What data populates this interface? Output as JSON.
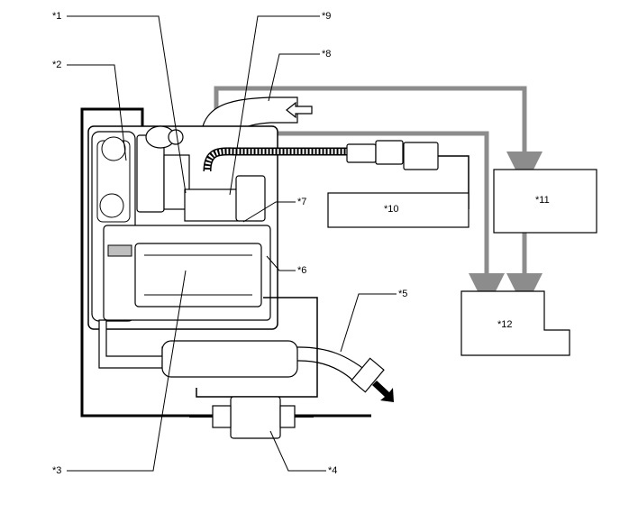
{
  "callouts": {
    "c1": "*1",
    "c2": "*2",
    "c3": "*3",
    "c4": "*4",
    "c5": "*5",
    "c6": "*6",
    "c7": "*7",
    "c8": "*8",
    "c9": "*9",
    "c10": "*10",
    "c11": "*11",
    "c12": "*12"
  },
  "colors": {
    "line": "#000000",
    "pipe": "#8c8c8c",
    "part_fill": "#ffffff",
    "shade": "#bfbfbf"
  }
}
